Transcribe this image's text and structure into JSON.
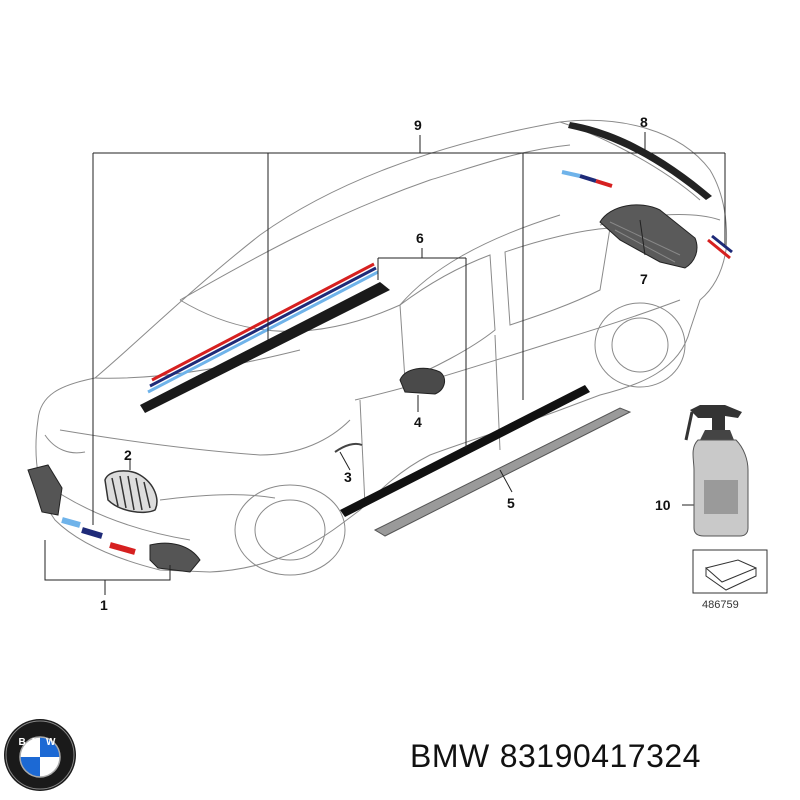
{
  "callouts": {
    "c1": "1",
    "c2": "2",
    "c3": "3",
    "c4": "4",
    "c5": "5",
    "c6": "6",
    "c7": "7",
    "c8": "8",
    "c9": "9",
    "c10": "10"
  },
  "reference_number": "486759",
  "footer": {
    "brand": "BMW",
    "part_number": "83190417324"
  },
  "logo": {
    "letters": "BMW",
    "colors": {
      "blue": "#1c69d4",
      "white": "#ffffff",
      "black": "#000000"
    }
  },
  "stripe_colors": {
    "light_blue": "#6fb3ea",
    "dark_blue": "#1e2a78",
    "red": "#d62020"
  },
  "icons": [
    "bmw-roundel-logo",
    "spray-bottle-icon",
    "folder-arrow-icon"
  ]
}
